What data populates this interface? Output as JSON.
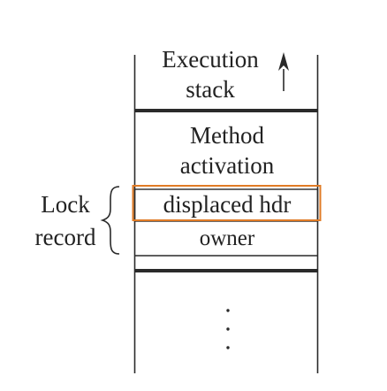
{
  "stack": {
    "title_line1": "Execution",
    "title_line2": "stack",
    "method_line1": "Method",
    "method_line2": "activation",
    "displaced_hdr": "displaced hdr",
    "owner": "owner",
    "ellipsis": "⋮"
  },
  "lock_record": {
    "line1": "Lock",
    "line2": "record"
  },
  "colors": {
    "line": "#2a2a2a",
    "highlight": "#e07b25",
    "text": "#222222"
  },
  "icons": {
    "growth_direction": "up-arrow-icon",
    "bracket": "left-curly-brace-icon"
  }
}
